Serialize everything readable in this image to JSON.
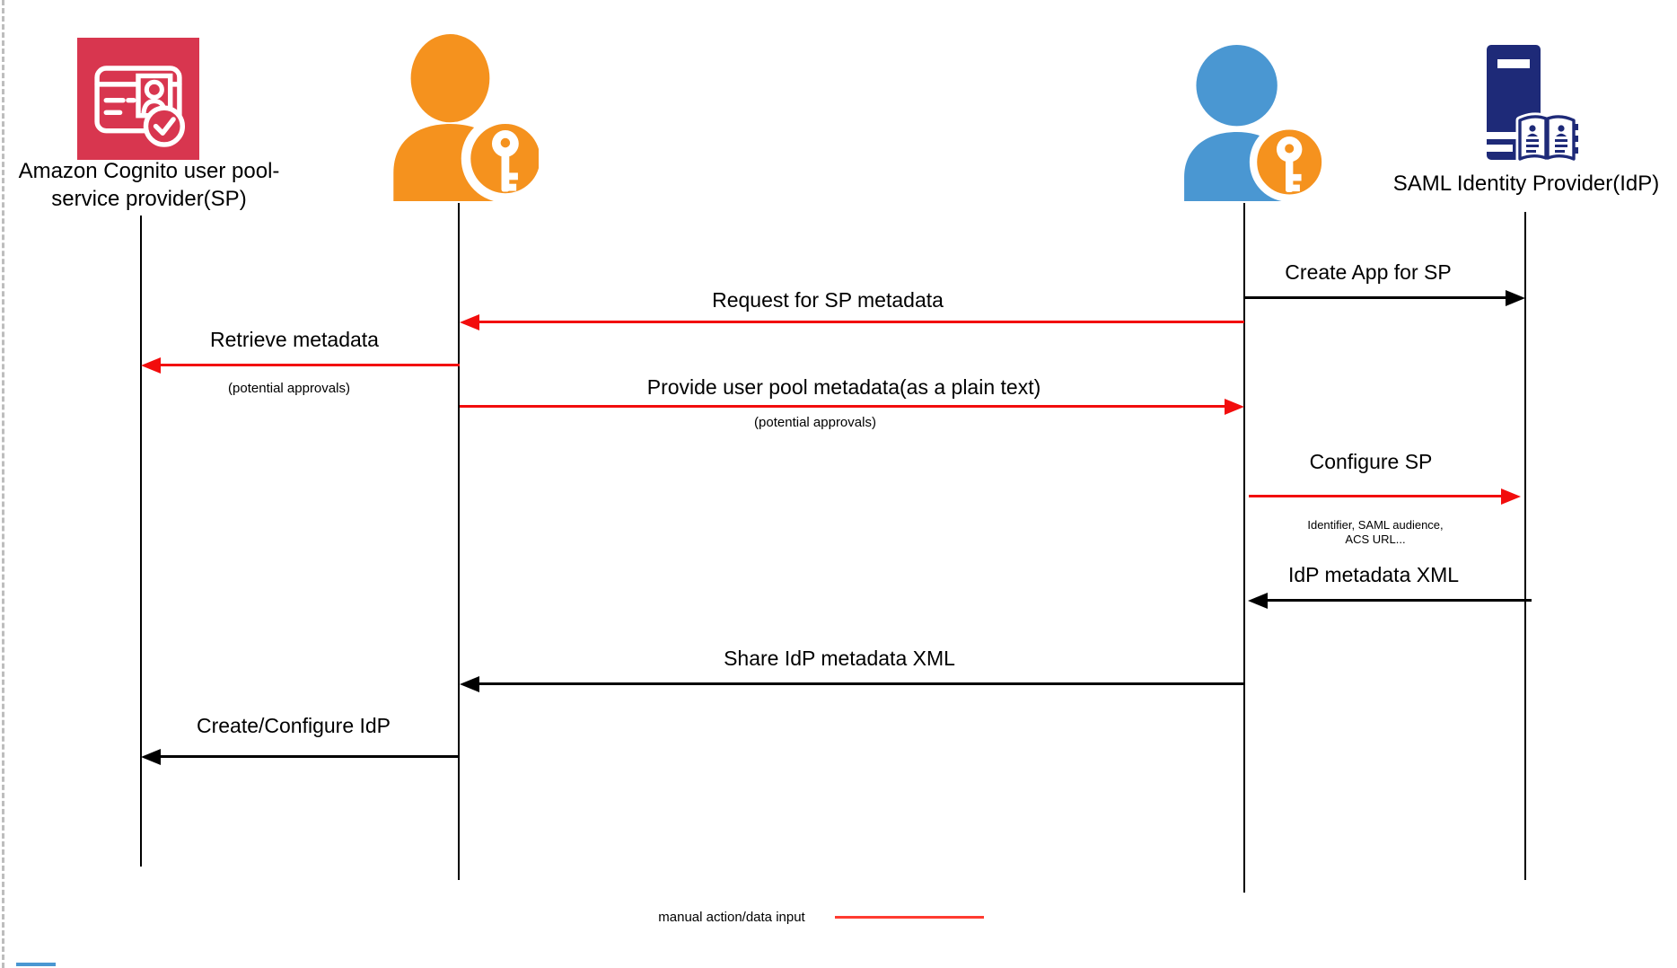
{
  "colors": {
    "arrow_red": "#f20d0d",
    "arrow_black": "#000000",
    "cognito_red": "#d8364f",
    "person_orange": "#f5921e",
    "person_blue": "#4a97d2",
    "idp_navy": "#1e2a78",
    "legend_red": "#ff3b30"
  },
  "actors": [
    {
      "id": "cognito-user-pool",
      "icon": "id-card-check-icon",
      "label_line1": "Amazon Cognito user pool-",
      "label_line2": "service provider(SP)"
    },
    {
      "id": "sp-admin",
      "icon": "person-with-key-icon"
    },
    {
      "id": "idp-admin",
      "icon": "person-with-key-icon"
    },
    {
      "id": "saml-idp",
      "icon": "server-with-directory-icon",
      "label": "SAML Identity Provider(IdP)"
    }
  ],
  "messages": [
    {
      "id": "create-app-for-sp",
      "label": "Create App for SP",
      "style": "manual-black",
      "direction": "right"
    },
    {
      "id": "request-sp-metadata",
      "label": "Request for SP metadata",
      "style": "manual-red",
      "direction": "left"
    },
    {
      "id": "retrieve-metadata",
      "label": "Retrieve metadata",
      "note": "(potential approvals)",
      "style": "manual-red",
      "direction": "left"
    },
    {
      "id": "provide-user-pool-metadata",
      "label": "Provide user pool metadata(as a plain text)",
      "note": "(potential approvals)",
      "style": "manual-red",
      "direction": "right"
    },
    {
      "id": "configure-sp",
      "label": "Configure SP",
      "note_line1": "Identifier, SAML audience,",
      "note_line2": "ACS URL...",
      "style": "manual-red",
      "direction": "right"
    },
    {
      "id": "idp-metadata-xml",
      "label": "IdP metadata XML",
      "style": "manual-black",
      "direction": "left"
    },
    {
      "id": "share-idp-metadata-xml",
      "label": "Share IdP metadata XML",
      "style": "manual-black",
      "direction": "left"
    },
    {
      "id": "create-configure-idp",
      "label": "Create/Configure IdP",
      "style": "manual-black",
      "direction": "left"
    }
  ],
  "legend": {
    "label": "manual action/data input"
  }
}
